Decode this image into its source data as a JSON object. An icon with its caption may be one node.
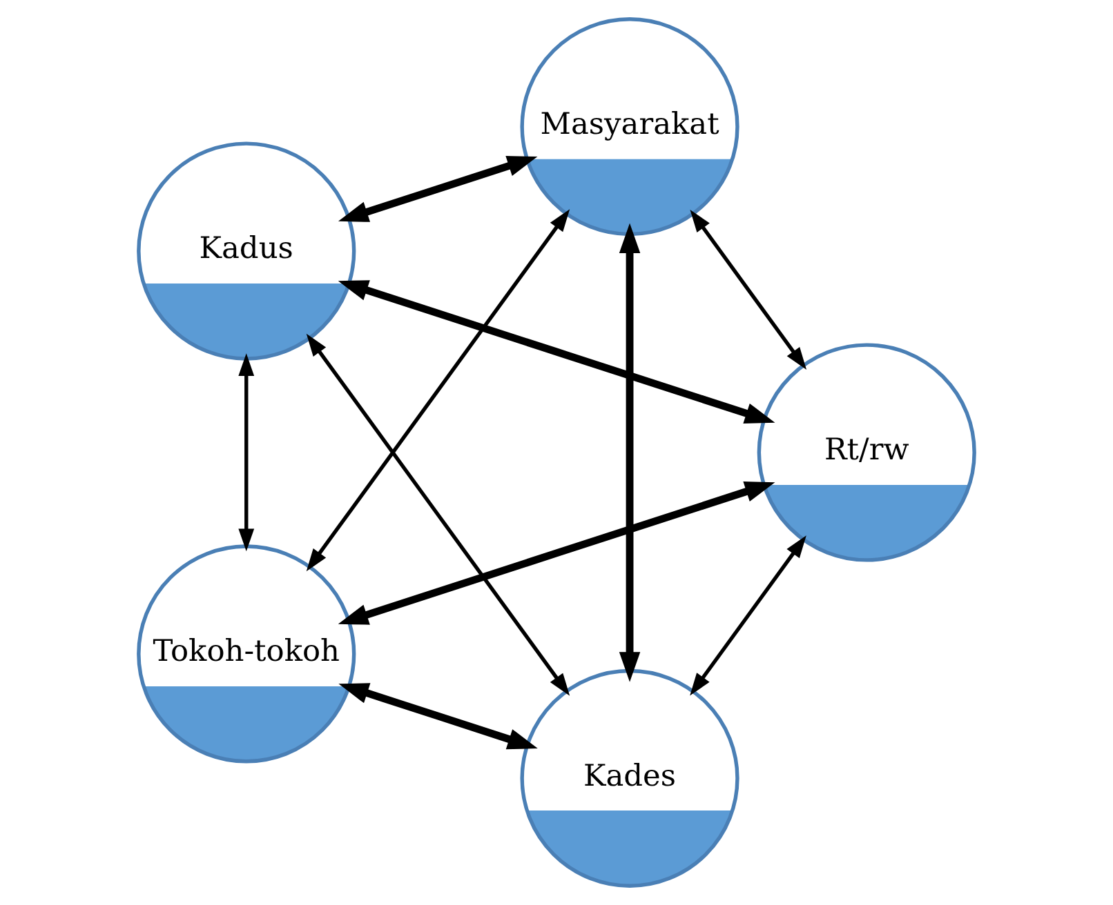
{
  "diagram": {
    "nodes": [
      {
        "text": [
          "Kades"
        ]
      },
      {
        "text": [
          "Rt/rw"
        ]
      },
      {
        "text": [
          "Kadus"
        ]
      },
      {
        "text": [
          "Masyarakat"
        ]
      },
      {
        "text": [
          "Tokoh-tokoh"
        ]
      }
    ],
    "edges": [
      {
        "from": 0,
        "to": 1,
        "arrow": "both"
      },
      {
        "from": 0,
        "to": 2,
        "arrow": "both"
      },
      {
        "from": 0,
        "to": 3,
        "arrow": "both",
        "style": "thick"
      },
      {
        "from": 0,
        "to": 4,
        "arrow": "both",
        "style": "thick"
      },
      {
        "from": 1,
        "to": 2,
        "arrow": "both",
        "style": "thick"
      },
      {
        "from": 1,
        "to": 4,
        "arrow": "both",
        "style": "thick"
      },
      {
        "from": 1,
        "to": 3,
        "arrow": "both"
      },
      {
        "from": 2,
        "to": 3,
        "arrow": "both",
        "style": "thick"
      },
      {
        "from": 2,
        "to": 4,
        "arrow": "both"
      },
      {
        "from": 3,
        "to": 4,
        "arrow": "both"
      }
    ]
  }
}
